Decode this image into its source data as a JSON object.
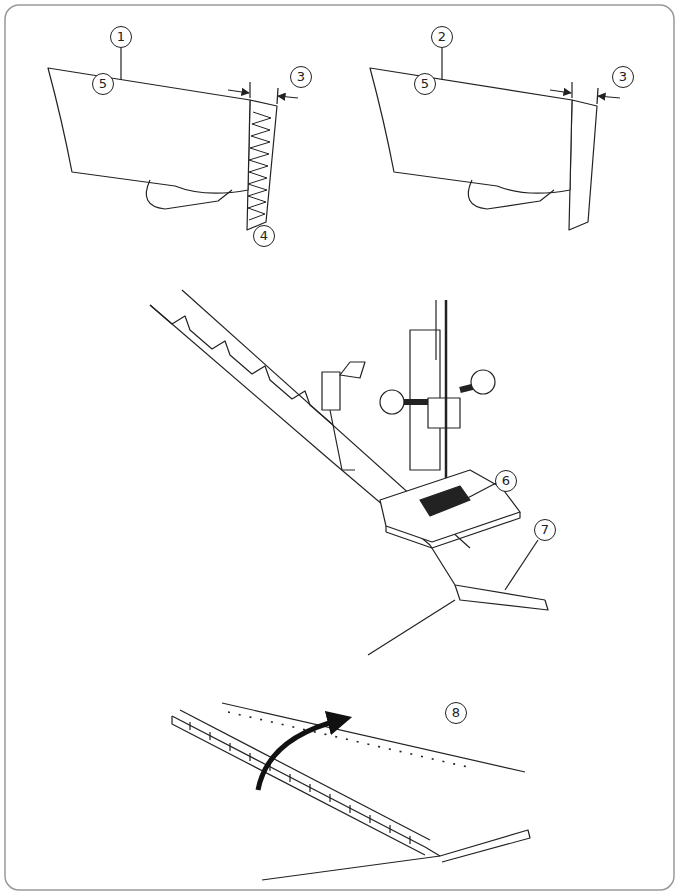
{
  "diagram": {
    "labels": [
      "1",
      "2",
      "3",
      "3",
      "5",
      "5",
      "4",
      "6",
      "7",
      "8"
    ]
  }
}
